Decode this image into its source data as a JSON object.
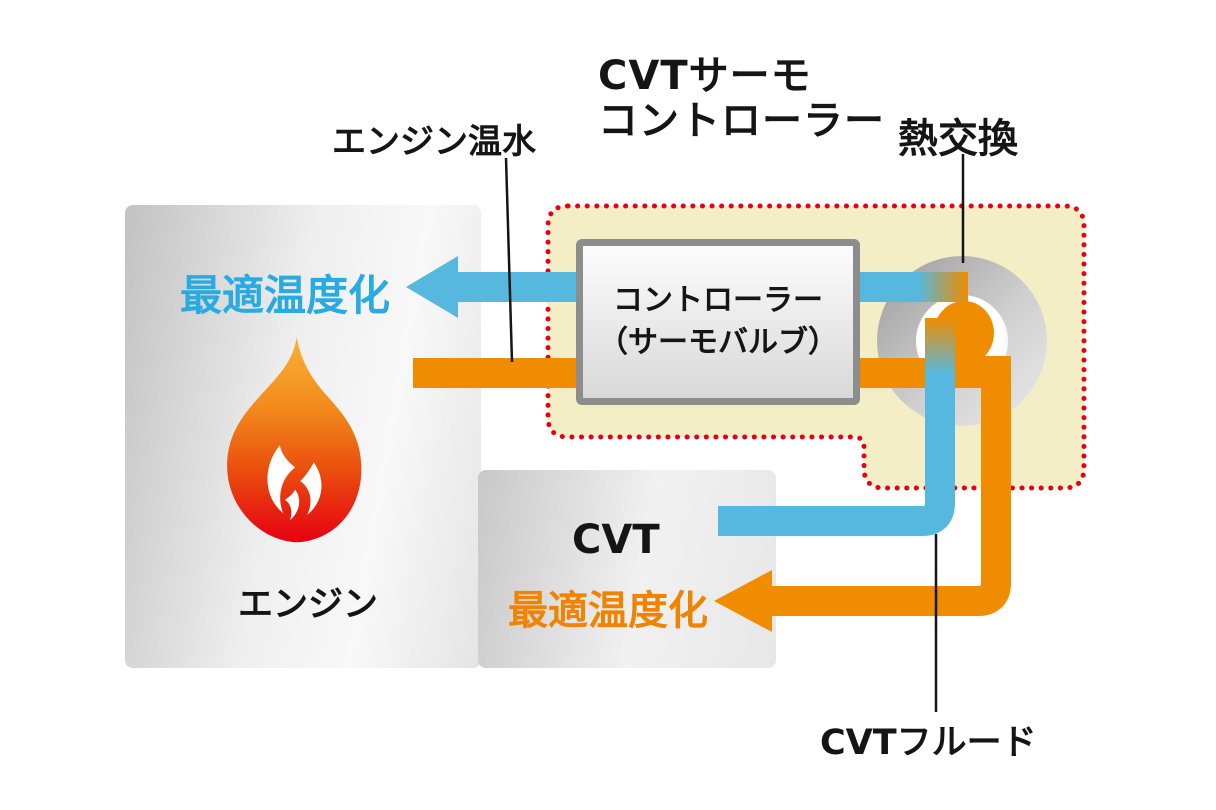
{
  "title": {
    "line1": "CVTサーモ",
    "line2": "コントローラー"
  },
  "annotations": {
    "engine_hot_water": "エンジン温水",
    "heat_exchange": "熱交換",
    "cvt_fluid": "CVTフルード"
  },
  "engine": {
    "label": "エンジン",
    "optimal_temp": "最適温度化"
  },
  "cvt": {
    "label": "CVT",
    "optimal_temp": "最適温度化"
  },
  "controller": {
    "line1": "コントローラー",
    "line2": "（サーモバルブ）"
  },
  "colors": {
    "pipe_blue": "#56b8de",
    "pipe_orange": "#f08c00",
    "text_blue": "#29abe2",
    "text_orange": "#f08300",
    "outline_red": "#e60012",
    "panel_cream": "#f4eec6",
    "flame_top_orange": "#f9b233",
    "flame_bottom_red": "#e60012"
  }
}
